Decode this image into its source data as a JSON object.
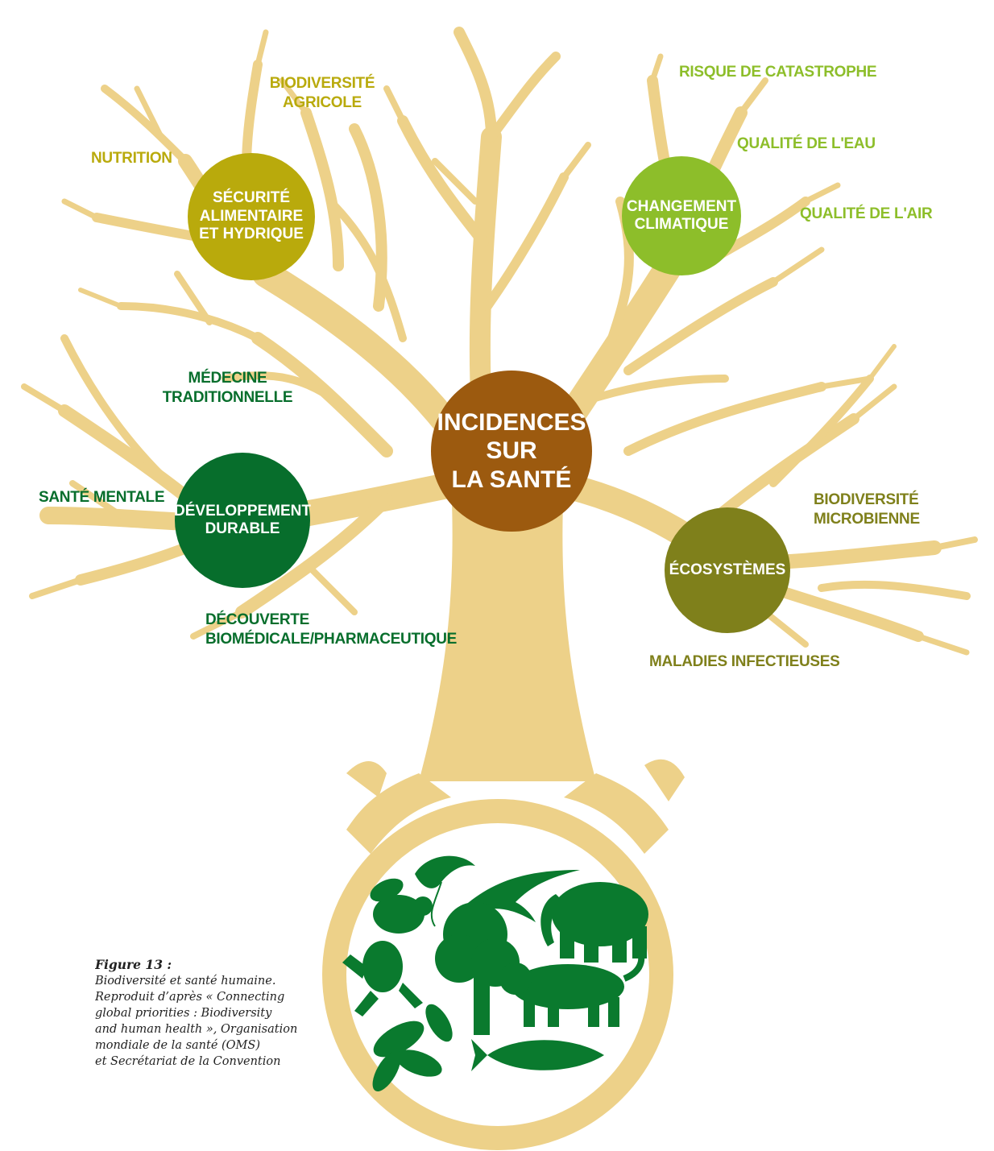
{
  "colors": {
    "tree": "#EDD189",
    "center": "#9C5A0F",
    "food": "#B9AA0C",
    "climate": "#8DBE2A",
    "development": "#076E2C",
    "ecosystems": "#7F801B",
    "label_food": "#B9AA0C",
    "label_climate": "#8DBE2A",
    "label_development": "#076E2C",
    "label_ecosystems": "#7F801B",
    "silhouettes": "#0A7A2E"
  },
  "center_circle": {
    "label": "INCIDENCES\nSUR\nLA SANTÉ"
  },
  "branch_circles": [
    {
      "id": "food",
      "label": "SÉCURITÉ\nALIMENTAIRE\nET HYDRIQUE"
    },
    {
      "id": "climate",
      "label": "CHANGEMENT\nCLIMATIQUE"
    },
    {
      "id": "development",
      "label": "DÉVELOPPEMENT\nDURABLE"
    },
    {
      "id": "ecosystems",
      "label": "ÉCOSYSTÈMES"
    }
  ],
  "labels": {
    "nutrition": "NUTRITION",
    "agri_biodiversity": "BIODIVERSITÉ\nAGRICOLE",
    "disaster_risk": "RISQUE DE CATASTROPHE",
    "water_quality": "QUALITÉ DE L'EAU",
    "air_quality": "QUALITÉ DE L'AIR",
    "traditional_medicine": "MÉDECINE\nTRADITIONNELLE",
    "mental_health": "SANTÉ MENTALE",
    "biomedical_discovery": "DÉCOUVERTE\nBIOMÉDICALE/PHARMACEUTIQUE",
    "microbial_biodiversity": "BIODIVERSITÉ\nMICROBIENNE",
    "infectious_diseases": "MALADIES INFECTIEUSES"
  },
  "root_silhouettes": [
    "shrimp-icon",
    "bird-icon",
    "bee-icon",
    "elephant-icon",
    "tree-icon",
    "frog-icon",
    "tiger-icon",
    "plant-icon",
    "fish-icon"
  ],
  "caption": {
    "title": "Figure 13 :",
    "body": "Biodiversité et santé humaine.\nReproduit d’après « Connecting\nglobal priorities : Biodiversity\nand human health », Organisation\nmondiale de la santé (OMS)\net Secrétariat de la Convention"
  }
}
